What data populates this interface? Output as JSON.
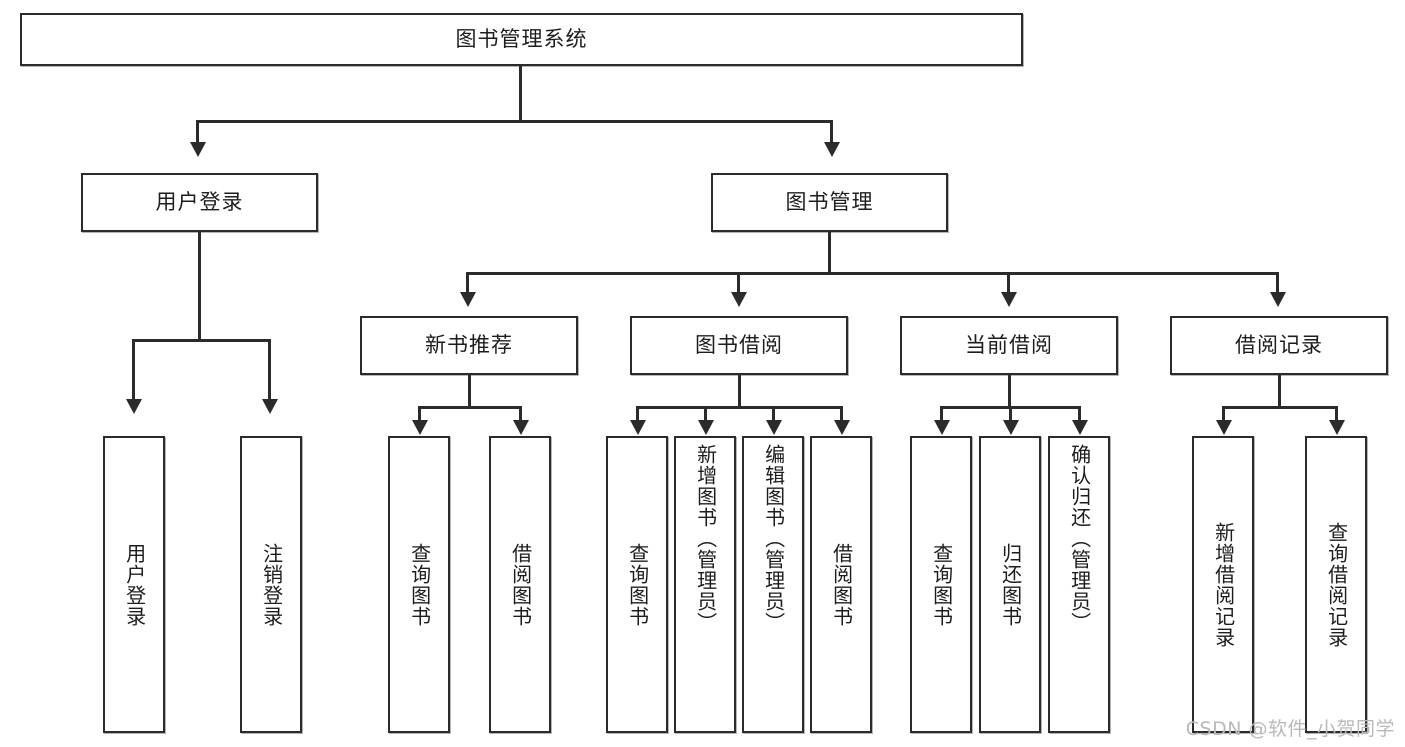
{
  "diagram": {
    "title": "图书管理系统",
    "type": "功能结构图",
    "watermark": "CSDN @软件_小贺同学",
    "colors": {
      "box_border": "#2b2b2b",
      "box_fill": "#ffffff",
      "connector": "#2b2b2b",
      "text": "#1d1d1d",
      "watermark": "#b9b9b9",
      "background": "#ffffff"
    },
    "root": {
      "label": "图书管理系统"
    },
    "level2": [
      {
        "label": "用户登录"
      },
      {
        "label": "图书管理"
      }
    ],
    "level3": [
      {
        "label": "新书推荐"
      },
      {
        "label": "图书借阅"
      },
      {
        "label": "当前借阅"
      },
      {
        "label": "借阅记录"
      }
    ],
    "leaves": {
      "user_login": [
        {
          "label": "用户登录"
        },
        {
          "label": "注销登录"
        }
      ],
      "new_book_recommend": [
        {
          "label": "查询图书"
        },
        {
          "label": "借阅图书"
        }
      ],
      "book_borrow": [
        {
          "label": "查询图书"
        },
        {
          "label": "新增图书（管理员）"
        },
        {
          "label": "编辑图书（管理员）"
        },
        {
          "label": "借阅图书"
        }
      ],
      "current_borrow": [
        {
          "label": "查询图书"
        },
        {
          "label": "归还图书"
        },
        {
          "label": "确认归还（管理员）"
        }
      ],
      "borrow_record": [
        {
          "label": "新增借阅记录"
        },
        {
          "label": "查询借阅记录"
        }
      ]
    }
  }
}
